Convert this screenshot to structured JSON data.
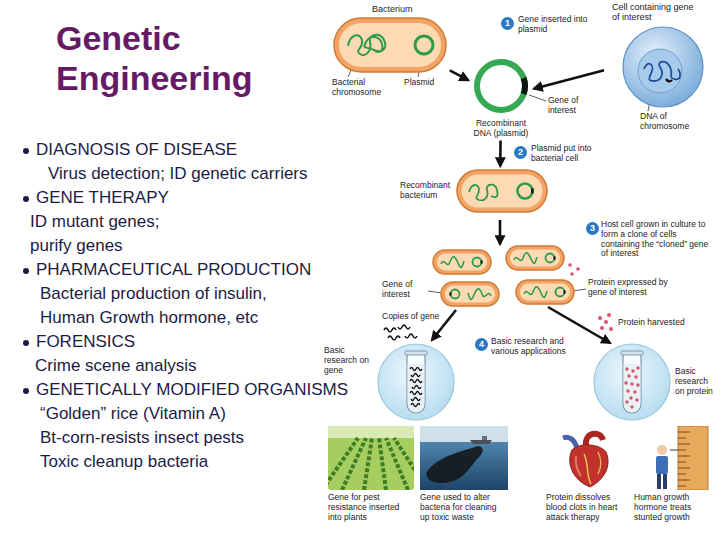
{
  "diagram": {
    "title": "Genetic Engineering",
    "nodes": [
      {
        "text": [
          "Bacterium"
        ]
      },
      {
        "text": [
          "1"
        ]
      },
      {
        "text": [
          "Cell containing gene of interest"
        ]
      },
      {
        "text": [
          "Recombinant DNA (plasmid)"
        ]
      },
      {
        "text": [
          "2"
        ]
      },
      {
        "text": [
          "Recombinant bacterium"
        ]
      },
      {
        "text": [
          "3"
        ]
      },
      {
        "text": [
          "4"
        ]
      },
      {
        "text": [
          "Basic research on gene"
        ]
      },
      {
        "text": [
          "Basic research on protein"
        ]
      },
      {
        "text": [
          "Gene for pest resistance inserted into plants"
        ]
      },
      {
        "text": [
          "Gene used to alter bacteria for cleaning up toxic waste"
        ]
      },
      {
        "text": [
          "Protein dissolves blood clots in heart attack therapy"
        ]
      },
      {
        "text": [
          "Human growth hormone treats stunted growth"
        ]
      }
    ],
    "edges": [
      {
        "from": 0,
        "to": 3,
        "arrow": "to"
      },
      {
        "from": 2,
        "to": 3,
        "arrow": "to"
      },
      {
        "from": 3,
        "to": 5,
        "arrow": "to"
      }
    ],
    "labels": [
      "DIAGNOSIS OF DISEASE",
      "Virus detection; ID genetic carriers",
      "GENE THERAPY",
      "ID mutant genes;",
      "purify genes",
      "PHARMACEUTICAL PRODUCTION",
      "Bacterial production of insulin,",
      "Human Growth hormone, etc",
      "FORENSICS",
      "Crime scene analysis",
      "GENETICALLY MODIFIED ORGANISMS",
      "“Golden” rice (Vitamin A)",
      "Bt-corn-resists insect pests",
      "Toxic cleanup bacteria",
      "Bacterial chromosome",
      "Plasmid",
      "Gene inserted into plasmid",
      "DNA of chromosome",
      "Gene of interest",
      "Plasmid put into bacterial cell",
      "Host cell grown in culture to form a clone of cells containing the “cloned” gene of interest",
      "Gene of interest",
      "Protein expressed by gene of interest",
      "Copies of gene",
      "Protein harvested",
      "Basic research and various applications"
    ]
  }
}
